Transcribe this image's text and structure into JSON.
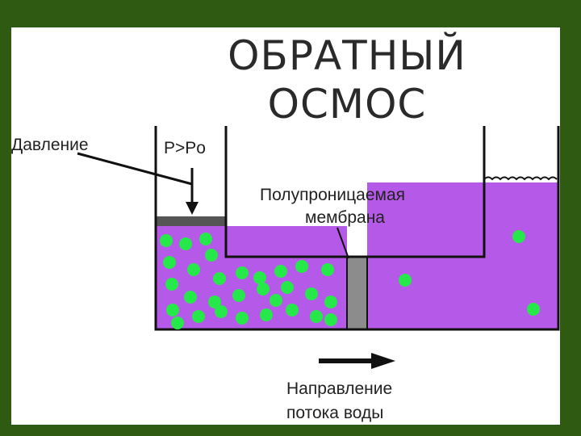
{
  "title": {
    "line1": "ОБРАТНЫЙ",
    "line2": "ОСМОС"
  },
  "labels": {
    "pressure": "Давление",
    "pressure_relation": "P>Po",
    "membrane_line1": "Полупроницаемая",
    "membrane_line2": "мембрана",
    "flow_line1": "Направление",
    "flow_line2": "потока воды"
  },
  "colors": {
    "frame_background": "#2e5a12",
    "liquid": "#b55ae8",
    "particle": "#27e84a",
    "membrane": "#8c8c8c",
    "piston": "#555555",
    "walls": "#111111"
  },
  "particles": {
    "left_chamber_count": 30,
    "right_chamber_count": 3
  }
}
